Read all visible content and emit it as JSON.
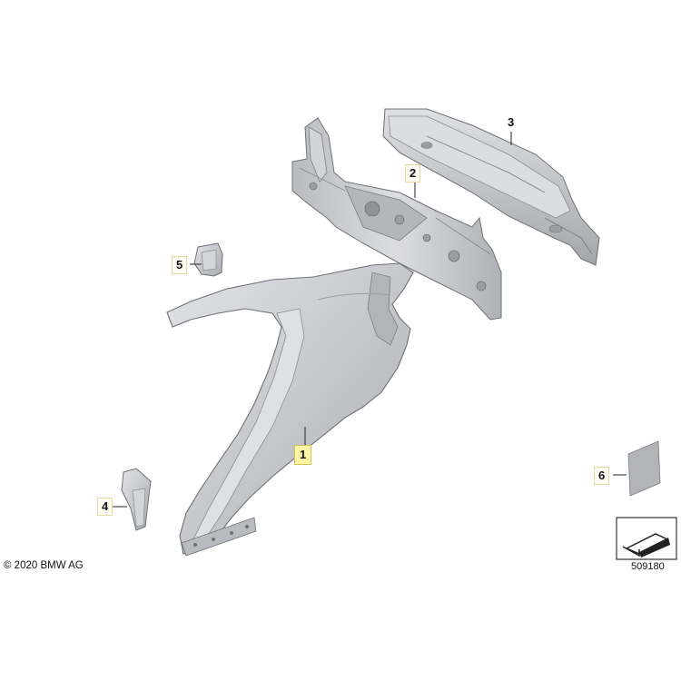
{
  "callouts": [
    {
      "id": "1",
      "label": "1",
      "highlighted": true
    },
    {
      "id": "2",
      "label": "2",
      "highlighted": false
    },
    {
      "id": "3",
      "label": "3",
      "highlighted": false
    },
    {
      "id": "4",
      "label": "4",
      "highlighted": false
    },
    {
      "id": "5",
      "label": "5",
      "highlighted": false
    },
    {
      "id": "6",
      "label": "6",
      "highlighted": false
    }
  ],
  "footer": {
    "copyright": "© 2020 BMW AG",
    "diagram_number": "509180"
  },
  "colors": {
    "part_fill": "#c9cbcf",
    "part_shade": "#a9acb1",
    "part_light": "#e4e5e8",
    "outline": "#6e7075",
    "highlight": "#fff6a8"
  }
}
